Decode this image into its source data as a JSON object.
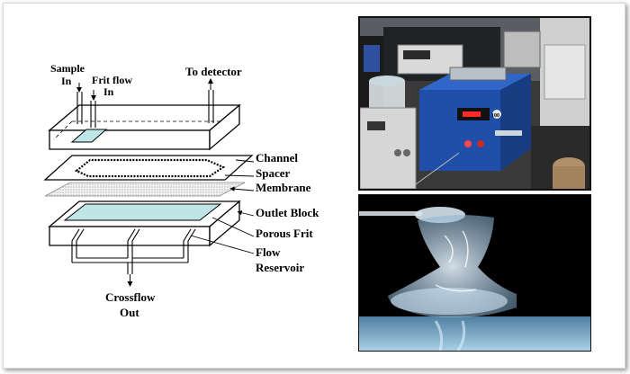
{
  "diagram": {
    "labels": {
      "sample_in_line1": "Sample",
      "sample_in_line2": "In",
      "frit_flow_line1": "Frit flow",
      "frit_flow_line2": "In",
      "to_detector": "To detector",
      "channel": "Channel",
      "spacer": "Spacer",
      "membrane": "Membrane",
      "outlet_block": "Outlet Block",
      "porous_frit": "Porous Frit",
      "flow": "Flow",
      "reservoir": "Reservoir",
      "crossflow_line1": "Crossflow",
      "crossflow_line2": "Out"
    }
  },
  "photos": {
    "lab_equipment": {
      "instrument_badge": "100"
    },
    "gel_sample": {}
  },
  "colors": {
    "instrument_blue": "#1f4fa8",
    "frit_cyan": "#bfe6e6",
    "lab_background": "#2b2b2b"
  }
}
